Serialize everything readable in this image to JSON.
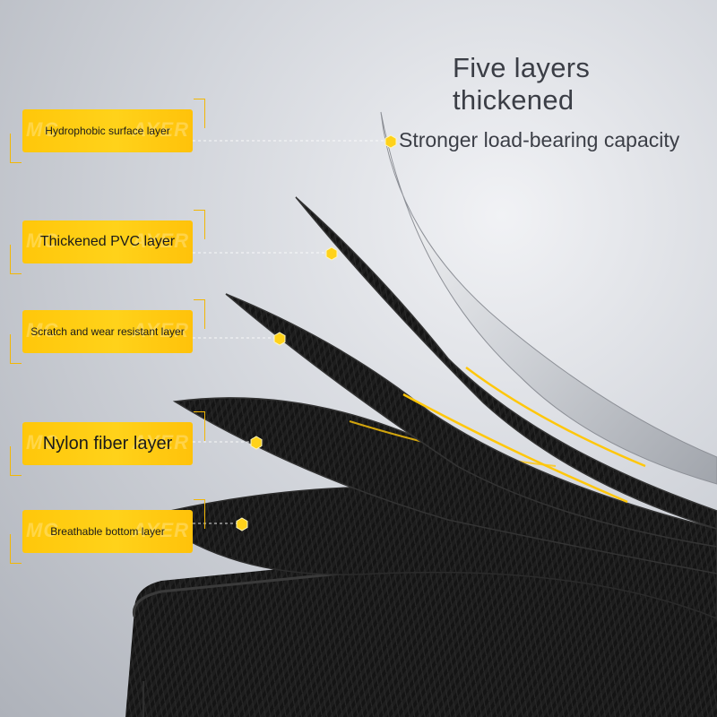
{
  "heading": {
    "title": "Five layers thickened",
    "subtitle": "Stronger load-bearing capacity"
  },
  "layers": [
    {
      "label": "Hydrophobic surface layer",
      "size": "small"
    },
    {
      "label": "Thickened PVC layer",
      "size": "mid"
    },
    {
      "label": "Scratch and wear resistant layer",
      "size": "small"
    },
    {
      "label": "Nylon fiber layer",
      "size": "big"
    },
    {
      "label": "Breathable bottom layer",
      "size": "small"
    }
  ],
  "ghost_text": {
    "left": "MC",
    "right": "AYER"
  },
  "colors": {
    "accent": "#ffc70a",
    "text_dark": "#3b3e46",
    "sheet_dark": "#141414",
    "dot": "#ffd21a",
    "leader_line": "#ffffff"
  }
}
